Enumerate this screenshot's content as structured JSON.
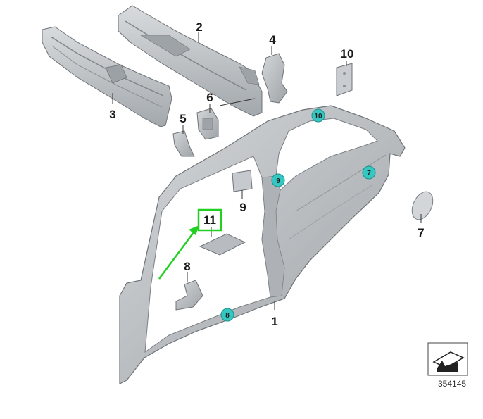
{
  "diagram": {
    "callouts": {
      "c1": "1",
      "c2": "2",
      "c3": "3",
      "c4": "4",
      "c5": "5",
      "c6": "6",
      "c7": "7",
      "c8": "8",
      "c9": "9",
      "c10": "10",
      "c11": "11"
    },
    "badges": {
      "b7": "7",
      "b8": "8",
      "b9": "9",
      "b10": "10"
    },
    "reference_number": "354145",
    "colors": {
      "part_fill": "#b9bdc1",
      "part_dark": "#8e9397",
      "part_light": "#d6d9dc",
      "badge_fill": "#35c8c3",
      "highlight": "#22d022"
    }
  }
}
